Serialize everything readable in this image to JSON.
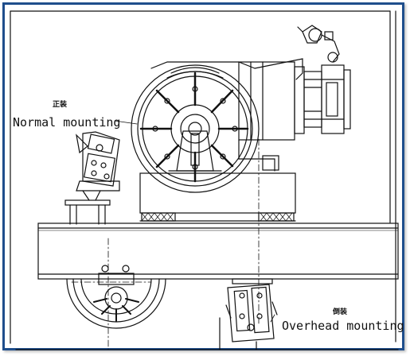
{
  "labels": {
    "normal_cn": "正装",
    "normal_en": "Normal mounting",
    "overhead_cn": "倒装",
    "overhead_en": "Overhead mounting"
  },
  "colors": {
    "frame": "#1f4e8c",
    "line": "#111111",
    "background": "#ffffff"
  }
}
